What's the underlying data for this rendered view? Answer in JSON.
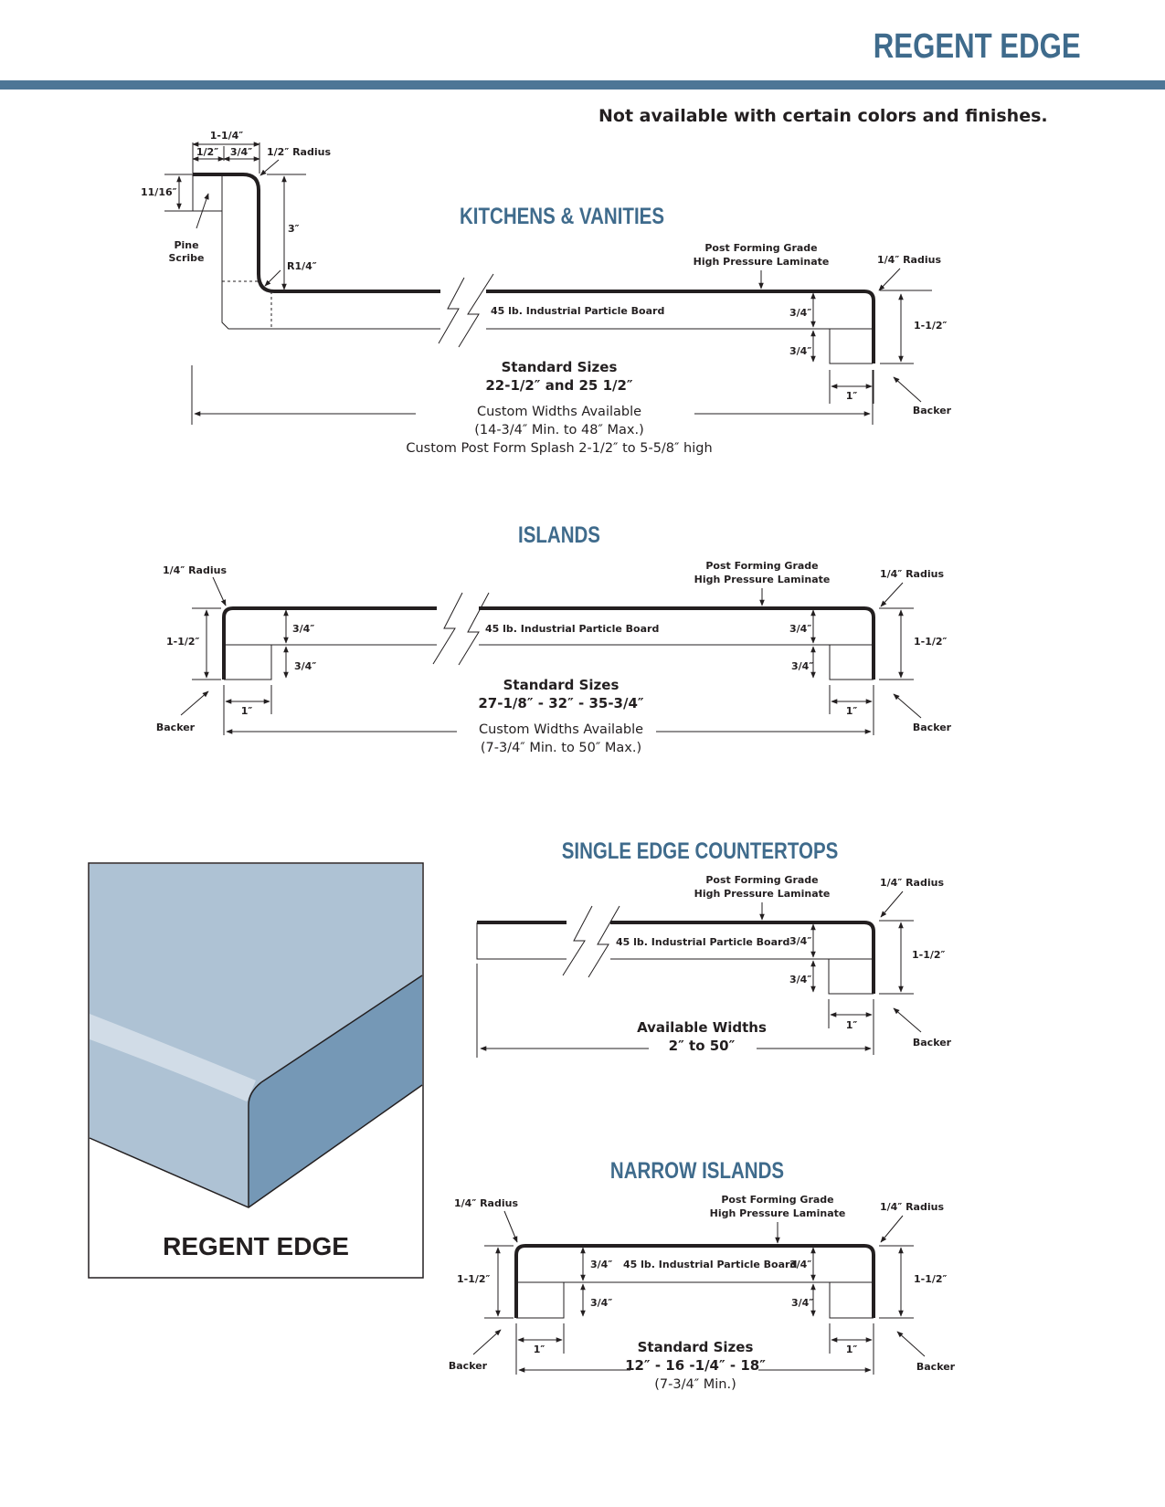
{
  "page_title": "REGENT EDGE",
  "notice": "Not available with certain colors and finishes.",
  "common": {
    "laminate_line1": "Post Forming Grade",
    "laminate_line2": "High Pressure Laminate",
    "board": "45 lb. Industrial Particle Board",
    "radius_quarter": "1/4″ Radius",
    "backer": "Backer",
    "dim_3_4": "3/4″",
    "dim_1_1_2": "1-1/2″",
    "dim_1": "1″"
  },
  "kitchens": {
    "title": "KITCHENS & VANITIES",
    "dim_1_1_4": "1-1/4″",
    "dim_1_2": "1/2″",
    "dim_3_4": "3/4″",
    "half_radius": "1/2″ Radius",
    "dim_11_16": "11/16″",
    "pine": "Pine",
    "scribe": "Scribe",
    "dim_3": "3″",
    "r1_4": "R1/4″",
    "sizes_heading": "Standard Sizes",
    "sizes_values": "22-1/2″ and 25 1/2″",
    "custom_widths": "Custom Widths Available",
    "custom_range": "(14-3/4″ Min. to 48″ Max.)",
    "splash": "Custom Post Form Splash 2-1/2″ to 5-5/8″ high"
  },
  "islands": {
    "title": "ISLANDS",
    "sizes_heading": "Standard Sizes",
    "sizes_values": "27-1/8″ - 32″ - 35-3/4″",
    "custom_widths": "Custom Widths Available",
    "custom_range": "(7-3/4″ Min. to 50″ Max.)"
  },
  "single_edge": {
    "title": "SINGLE EDGE COUNTERTOPS",
    "widths_heading": "Available Widths",
    "widths_values": "2″ to 50″"
  },
  "narrow_islands": {
    "title": "NARROW ISLANDS",
    "sizes_heading": "Standard Sizes",
    "sizes_values": "12″ - 16 -1/4″ - 18″",
    "min": "(7-3/4″ Min.)"
  },
  "illustration": {
    "caption": "REGENT EDGE",
    "colors": {
      "top": "#aec2d4",
      "edge": "#7598b6",
      "highlight": "#d7e0ea"
    }
  }
}
